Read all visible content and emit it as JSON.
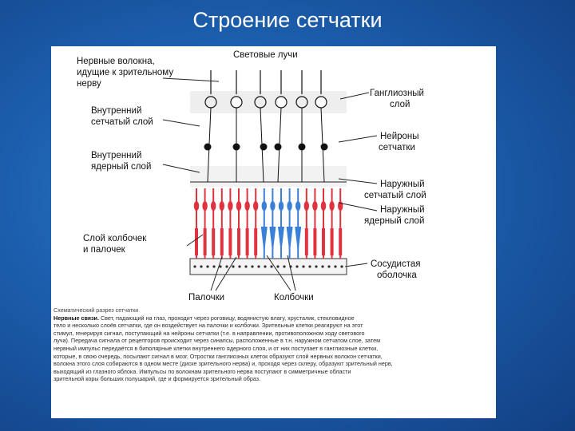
{
  "slide": {
    "title": "Строение сетчатки"
  },
  "diagram": {
    "labels": {
      "light_rays": "Световые лучи",
      "nerve_fibers": "Нервные волокна, идущие к зрительному нерву",
      "nerve_fibers_l1": "Нервные волокна,",
      "nerve_fibers_l2": "идущие к зрительному",
      "nerve_fibers_l3": "нерву",
      "inner_plexiform_l1": "Внутренний",
      "inner_plexiform_l2": "сетчатый слой",
      "inner_nuclear_l1": "Внутренний",
      "inner_nuclear_l2": "ядерный слой",
      "ganglion_l1": "Ганглиозный",
      "ganglion_l2": "слой",
      "neurons_l1": "Нейроны",
      "neurons_l2": "сетчатки",
      "outer_plexiform_l1": "Наружный",
      "outer_plexiform_l2": "сетчатый слой",
      "outer_nuclear_l1": "Наружный",
      "outer_nuclear_l2": "ядерный слой",
      "photoreceptor_l1": "Слой колбочек",
      "photoreceptor_l2": "и палочек",
      "choroid_l1": "Сосудистая",
      "choroid_l2": "оболочка",
      "rods": "Палочки",
      "cones": "Колбочки"
    },
    "colors": {
      "rod": "#e0333f",
      "cone": "#3a7fd8",
      "neuron": "#111111"
    }
  },
  "caption": {
    "line0": "Схематический разрез сетчатки",
    "bold_lead": "Нервные связи.",
    "lines": [
      "Свет, падающий на глаз, проходит через роговицу, водянистую влагу, хрусталик, стекловидное",
      "тело и несколько слоёв сетчатки, где он воздействует на палочки и колбочки. Зрительные клетки реагируют на этот",
      "стимул, генерируя сигнал, поступающий на нейроны сетчатки (т.е. в направлении, противоположном ходу светового",
      "луча). Передача сигнала от рецепторов происходит через синапсы, расположенные в т.н. наружном сетчатом слое, затем",
      "нервный импульс передаётся в биполярные клетки внутреннего ядерного слоя, и от них поступает в ганглиозные клетки,",
      "которые, в свою очередь, посылают сигнал в мозг. Отростки ганглиозных клеток образуют слой нервных волокон сетчатки,",
      "волокна этого слоя собираются в одном месте (диске зрительного нерва) и, проходя через склеру, образуют зрительный нерв,",
      "выходящий из глазного яблока. Импульсы по волокнам зрительного нерва поступают в симметричные области",
      "зрительной коры больших полушарий, где и формируется зрительный образ."
    ]
  }
}
